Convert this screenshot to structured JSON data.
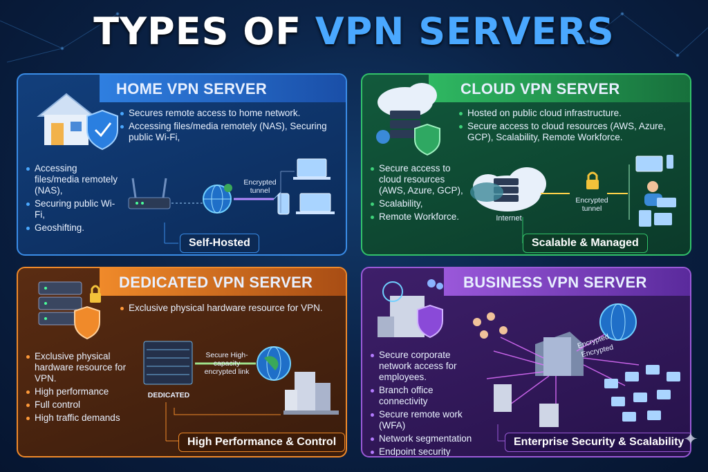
{
  "title": {
    "part1": "TYPES OF",
    "part2": "VPN SERVERS"
  },
  "colors": {
    "home": "#3a8de8",
    "cloud": "#33c36a",
    "dedicated": "#f08a2a",
    "business": "#9b5ad8"
  },
  "home": {
    "header": "HOME VPN SERVER",
    "top_bullets": [
      "Secures remote access to home network.",
      "Accessing files/media remotely (NAS), Securing public Wi-Fi,"
    ],
    "left_bullets": [
      "Accessing files/media remotely (NAS),",
      "Securing public Wi-Fi,",
      "Geoshifting."
    ],
    "tunnel_label": "Encrypted tunnel",
    "tag": "Self-Hosted",
    "icons": [
      "house-icon",
      "shield-icon",
      "router-icon",
      "globe-icon",
      "laptop-icon",
      "phone-icon"
    ]
  },
  "cloud": {
    "header": "CLOUD VPN SERVER",
    "top_bullets": [
      "Hosted on public cloud infrastructure.",
      "Secure access to cloud resources (AWS, Azure, GCP), Scalability, Remote Workforce."
    ],
    "left_bullets": [
      "Secure access to cloud resources (AWS, Azure, GCP),",
      "Scalability,",
      "Remote Workforce."
    ],
    "internet_label": "Internet",
    "tunnel_label": "Encrypted tunnel",
    "tag": "Scalable & Managed",
    "icons": [
      "cloud-server-icon",
      "lock-icon",
      "user-icon",
      "laptop-icon"
    ]
  },
  "dedicated": {
    "header": "DEDICATED VPN SERVER",
    "top_bullets": [
      "Exclusive physical hardware resource for VPN."
    ],
    "left_bullets": [
      "Exclusive physical hardware resource for VPN.",
      "High performance",
      "Full control",
      "High traffic demands"
    ],
    "server_label": "DEDICATED",
    "link_label": "Secure High-capacity encrypted link",
    "tag": "High Performance & Control",
    "icons": [
      "server-rack-icon",
      "lock-icon",
      "shield-icon",
      "globe-icon",
      "building-icon"
    ]
  },
  "business": {
    "header": "BUSINESS VPN SERVER",
    "left_bullets": [
      "Secure corporate network access for employees.",
      "Branch office connectivity",
      "Secure remote work (WFA)",
      "Network segmentation",
      "Endpoint security"
    ],
    "encrypted_label_1": "Encrypted",
    "encrypted_label_2": "Encrypted",
    "tag": "Enterprise Security & Scalability",
    "icons": [
      "office-building-icon",
      "shield-icon",
      "globe-icon",
      "users-icon",
      "laptop-icon"
    ]
  }
}
